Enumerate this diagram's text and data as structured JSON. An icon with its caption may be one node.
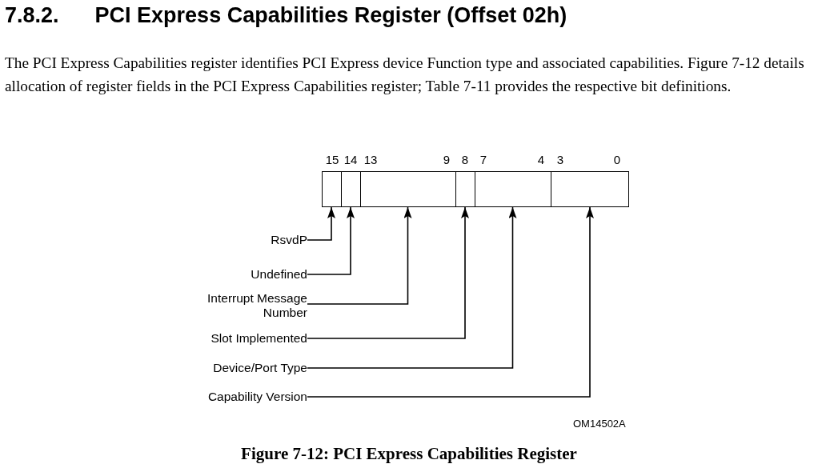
{
  "diagram": {
    "title": "7.8.2.      PCI Express Capabilities Register (Offset 02h)",
    "caption": "Figure 7-12:  PCI Express Capabilities Register",
    "nodes": [
      {
        "text": [],
        "shape": "box"
      },
      {
        "text": [],
        "shape": "box"
      },
      {
        "text": [],
        "shape": "box"
      },
      {
        "text": [],
        "shape": "box"
      },
      {
        "text": [],
        "shape": "box"
      },
      {
        "text": [],
        "shape": "box"
      },
      {
        "text": [
          "RsvdP"
        ]
      },
      {
        "text": [
          "Undefined"
        ]
      },
      {
        "text": [
          "Interrupt Message Number"
        ]
      },
      {
        "text": [
          "Slot Implemented"
        ]
      },
      {
        "text": [
          "Device/Port Type"
        ]
      },
      {
        "text": [
          "Capability Version"
        ]
      }
    ],
    "edges": [
      {
        "from": 6,
        "to": 0,
        "arrow": "to"
      },
      {
        "from": 7,
        "to": 1,
        "arrow": "to"
      },
      {
        "from": 8,
        "to": 2,
        "arrow": "to"
      },
      {
        "from": 9,
        "to": 3,
        "arrow": "to"
      },
      {
        "from": 10,
        "to": 4,
        "arrow": "to"
      },
      {
        "from": 11,
        "to": 5,
        "arrow": "to"
      }
    ],
    "labels": [
      "The PCI Express Capabilities register identifies PCI Express device Function type and associated capabilities.  Figure 7-12 details allocation of register fields in the PCI Express Capabilities register; Table 7-11 provides the respective bit definitions.",
      "15",
      "14",
      "13",
      "9",
      "8",
      "7",
      "4",
      "3",
      "0",
      "OM14502A"
    ]
  }
}
